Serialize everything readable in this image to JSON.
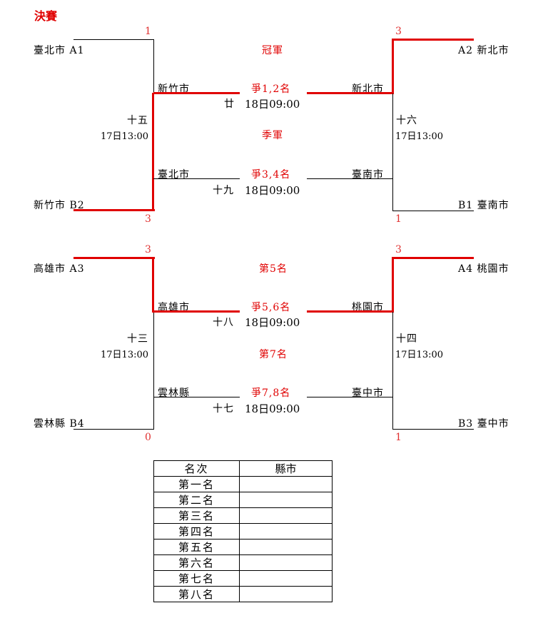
{
  "title": "決賽",
  "bracket_top": {
    "left_match": {
      "game_no": "十五",
      "time": "17日13:00",
      "team_a": {
        "name": "臺北市",
        "seed": "A1",
        "score": "1"
      },
      "team_b": {
        "name": "新竹市",
        "seed": "B2",
        "score": "3"
      },
      "winner": "新竹市",
      "loser": "臺北市"
    },
    "right_match": {
      "game_no": "十六",
      "time": "17日13:00",
      "team_a": {
        "name": "新北市",
        "seed": "A2",
        "score": "3"
      },
      "team_b": {
        "name": "臺南市",
        "seed": "B1",
        "score": "1"
      },
      "winner": "新北市",
      "loser": "臺南市"
    },
    "final": {
      "title": "冠軍",
      "label": "爭1,2名",
      "game_no": "廿",
      "time": "18日09:00"
    },
    "third": {
      "title": "季軍",
      "label": "爭3,4名",
      "game_no": "十九",
      "time": "18日09:00"
    }
  },
  "bracket_bottom": {
    "left_match": {
      "game_no": "十三",
      "time": "17日13:00",
      "team_a": {
        "name": "高雄市",
        "seed": "A3",
        "score": "3"
      },
      "team_b": {
        "name": "雲林縣",
        "seed": "B4",
        "score": "0"
      },
      "winner": "高雄市",
      "loser": "雲林縣"
    },
    "right_match": {
      "game_no": "十四",
      "time": "17日13:00",
      "team_a": {
        "name": "桃園市",
        "seed": "A4",
        "score": "3"
      },
      "team_b": {
        "name": "臺中市",
        "seed": "B3",
        "score": "1"
      },
      "winner": "桃園市",
      "loser": "臺中市"
    },
    "fifth": {
      "title": "第5名",
      "label": "爭5,6名",
      "game_no": "十八",
      "time": "18日09:00"
    },
    "seventh": {
      "title": "第7名",
      "label": "爭7,8名",
      "game_no": "十七",
      "time": "18日09:00"
    }
  },
  "ranking_table": {
    "headers": [
      "名次",
      "縣市"
    ],
    "rows": [
      {
        "rank": "第一名",
        "city": ""
      },
      {
        "rank": "第二名",
        "city": ""
      },
      {
        "rank": "第三名",
        "city": ""
      },
      {
        "rank": "第四名",
        "city": ""
      },
      {
        "rank": "第五名",
        "city": ""
      },
      {
        "rank": "第六名",
        "city": ""
      },
      {
        "rank": "第七名",
        "city": ""
      },
      {
        "rank": "第八名",
        "city": ""
      }
    ]
  },
  "colors": {
    "winner_line": "#e00000",
    "score": "#e03030",
    "text": "#000000"
  }
}
